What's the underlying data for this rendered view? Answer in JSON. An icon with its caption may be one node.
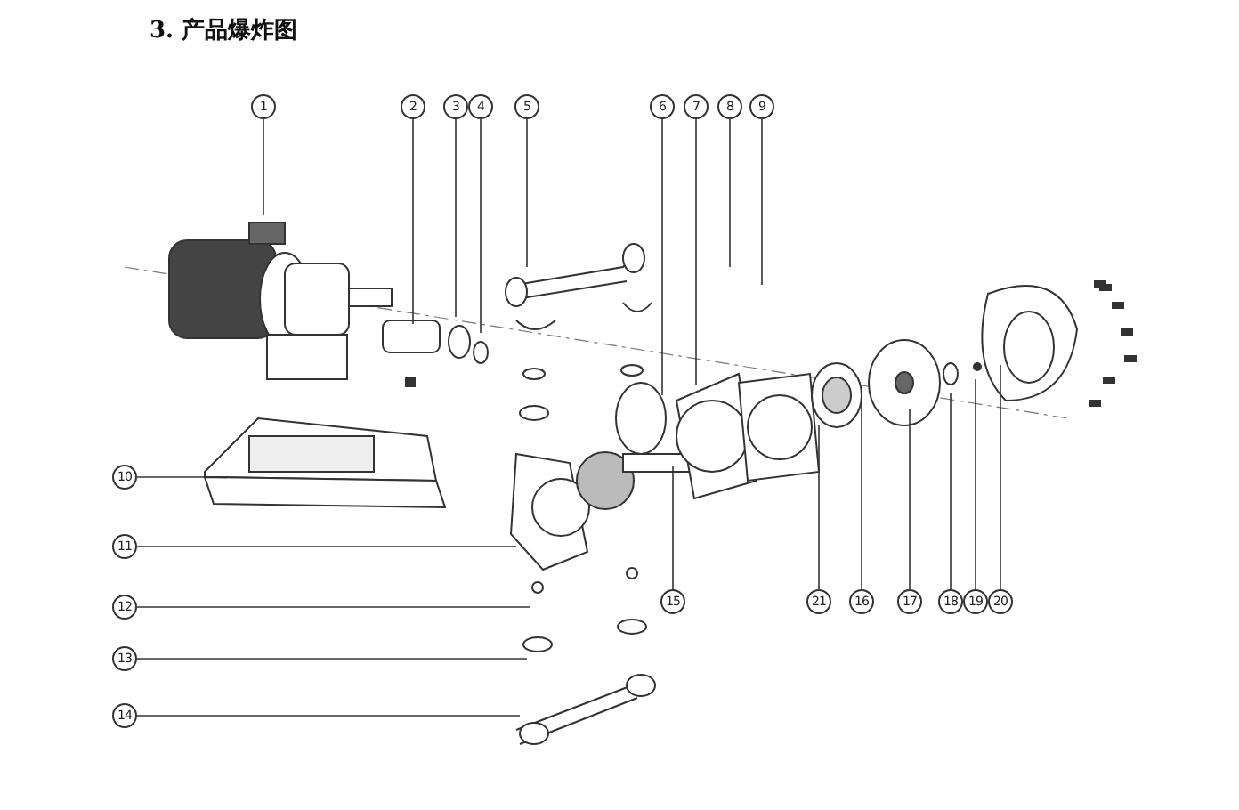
{
  "diagram": {
    "title": "3. 产品爆炸图",
    "nodes": [
      {
        "text": [
          "1"
        ]
      },
      {
        "text": [
          "2"
        ]
      },
      {
        "text": [
          "3"
        ]
      },
      {
        "text": [
          "4"
        ]
      },
      {
        "text": [
          "5"
        ]
      },
      {
        "text": [
          "6"
        ]
      },
      {
        "text": [
          "7"
        ]
      },
      {
        "text": [
          "8"
        ]
      },
      {
        "text": [
          "9"
        ]
      },
      {
        "text": [
          "10"
        ]
      },
      {
        "text": [
          "11"
        ]
      },
      {
        "text": [
          "12"
        ]
      },
      {
        "text": [
          "13"
        ]
      },
      {
        "text": [
          "14"
        ]
      },
      {
        "text": [
          "15"
        ]
      },
      {
        "text": [
          "21"
        ]
      },
      {
        "text": [
          "16"
        ]
      },
      {
        "text": [
          "17"
        ]
      },
      {
        "text": [
          "18"
        ]
      },
      {
        "text": [
          "19"
        ]
      },
      {
        "text": [
          "20"
        ]
      }
    ],
    "edges": [
      {
        "from": 0,
        "to": null,
        "arrow": "none"
      },
      {
        "from": 1,
        "to": null,
        "arrow": "none"
      },
      {
        "from": 2,
        "to": null,
        "arrow": "none"
      },
      {
        "from": 3,
        "to": null,
        "arrow": "none"
      },
      {
        "from": 4,
        "to": null,
        "arrow": "none"
      },
      {
        "from": 5,
        "to": null,
        "arrow": "none"
      },
      {
        "from": 6,
        "to": null,
        "arrow": "none"
      },
      {
        "from": 7,
        "to": null,
        "arrow": "none"
      },
      {
        "from": 8,
        "to": null,
        "arrow": "none"
      },
      {
        "from": 9,
        "to": null,
        "arrow": "none"
      },
      {
        "from": 10,
        "to": null,
        "arrow": "none"
      },
      {
        "from": 11,
        "to": null,
        "arrow": "none"
      },
      {
        "from": 12,
        "to": null,
        "arrow": "none"
      },
      {
        "from": 13,
        "to": null,
        "arrow": "none"
      },
      {
        "from": 14,
        "to": null,
        "arrow": "none"
      },
      {
        "from": 15,
        "to": null,
        "arrow": "none"
      },
      {
        "from": 16,
        "to": null,
        "arrow": "none"
      },
      {
        "from": 17,
        "to": null,
        "arrow": "none"
      },
      {
        "from": 18,
        "to": null,
        "arrow": "none"
      },
      {
        "from": 19,
        "to": null,
        "arrow": "none"
      },
      {
        "from": 20,
        "to": null,
        "arrow": "none"
      }
    ]
  }
}
